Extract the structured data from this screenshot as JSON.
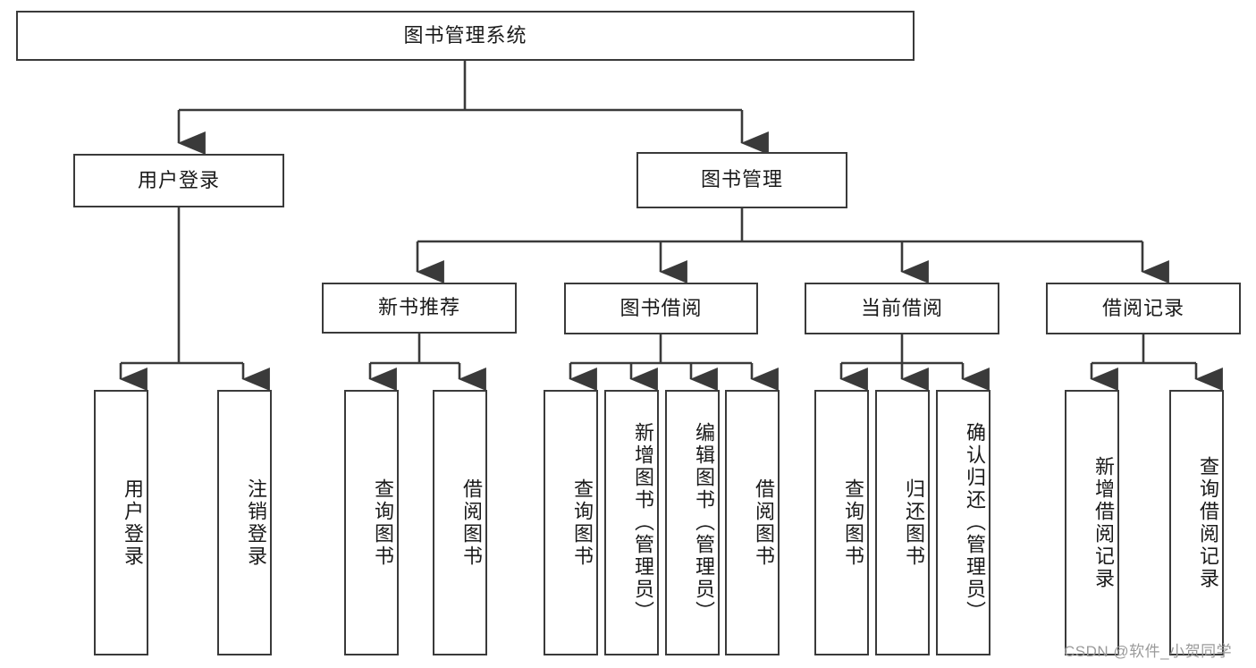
{
  "diagram": {
    "title": "图书管理系统",
    "type": "tree-hierarchy-chart",
    "watermark": "CSDN @软件_小贺同学",
    "colors": {
      "box_border": "#3a3a3a",
      "box_fill": "#ffffff",
      "line": "#3a3a3a",
      "text": "#1a1a1a",
      "watermark": "#9a9a9a",
      "background": "#ffffff"
    },
    "levels": {
      "root": {
        "label": "图书管理系统"
      },
      "level2": [
        {
          "label": "用户登录"
        },
        {
          "label": "图书管理"
        }
      ],
      "level3": [
        {
          "label": "新书推荐"
        },
        {
          "label": "图书借阅"
        },
        {
          "label": "当前借阅"
        },
        {
          "label": "借阅记录"
        }
      ],
      "leaves": [
        {
          "label": "用户登录",
          "parent": "用户登录"
        },
        {
          "label": "注销登录",
          "parent": "用户登录"
        },
        {
          "label": "查询图书",
          "parent": "新书推荐"
        },
        {
          "label": "借阅图书",
          "parent": "新书推荐"
        },
        {
          "label": "查询图书",
          "parent": "图书借阅"
        },
        {
          "label": "新增图书（管理员）",
          "parent": "图书借阅"
        },
        {
          "label": "编辑图书（管理员）",
          "parent": "图书借阅"
        },
        {
          "label": "借阅图书",
          "parent": "图书借阅"
        },
        {
          "label": "查询图书",
          "parent": "当前借阅"
        },
        {
          "label": "归还图书",
          "parent": "当前借阅"
        },
        {
          "label": "确认归还（管理员）",
          "parent": "当前借阅"
        },
        {
          "label": "新增借阅记录",
          "parent": "借阅记录"
        },
        {
          "label": "查询借阅记录",
          "parent": "借阅记录"
        }
      ]
    }
  }
}
